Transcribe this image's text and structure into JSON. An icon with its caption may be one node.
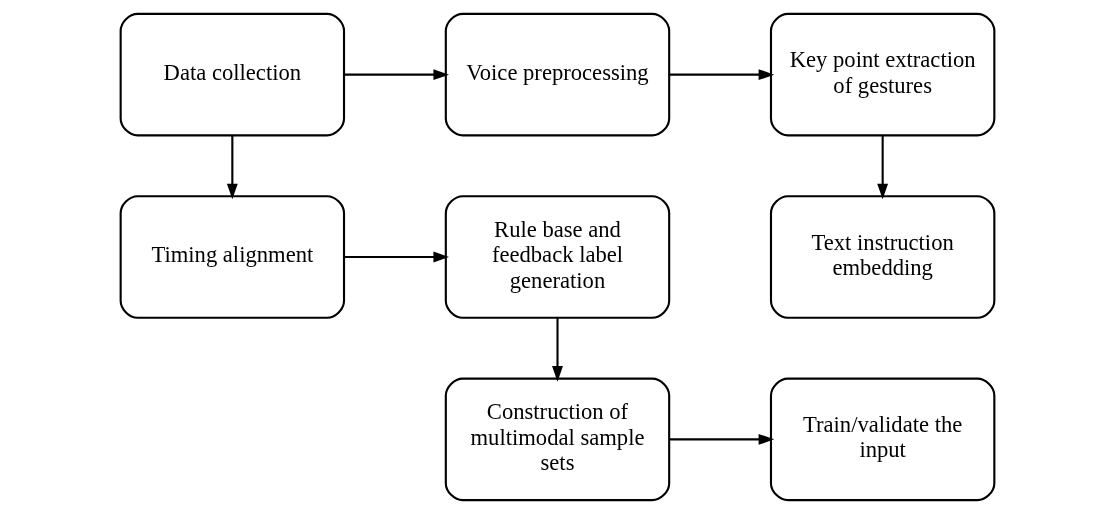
{
  "diagram": {
    "nodes": [
      {
        "text": [
          "Data collection"
        ]
      },
      {
        "text": [
          "Voice preprocessing"
        ]
      },
      {
        "text": [
          "Key point extraction of gestures"
        ]
      },
      {
        "text": [
          "Timing alignment"
        ]
      },
      {
        "text": [
          "Rule base and feedback label generation"
        ]
      },
      {
        "text": [
          "Text instruction embedding"
        ]
      },
      {
        "text": [
          "Construction of multimodal sample sets"
        ]
      },
      {
        "text": [
          "Train/validate the input"
        ]
      }
    ],
    "edges": [
      {
        "from": 0,
        "to": 1,
        "arrow": "to"
      },
      {
        "from": 1,
        "to": 2,
        "arrow": "to"
      },
      {
        "from": 0,
        "to": 3,
        "arrow": "to"
      },
      {
        "from": 2,
        "to": 5,
        "arrow": "to"
      },
      {
        "from": 3,
        "to": 4,
        "arrow": "to"
      },
      {
        "from": 4,
        "to": 6,
        "arrow": "to"
      },
      {
        "from": 6,
        "to": 7,
        "arrow": "to"
      }
    ]
  }
}
